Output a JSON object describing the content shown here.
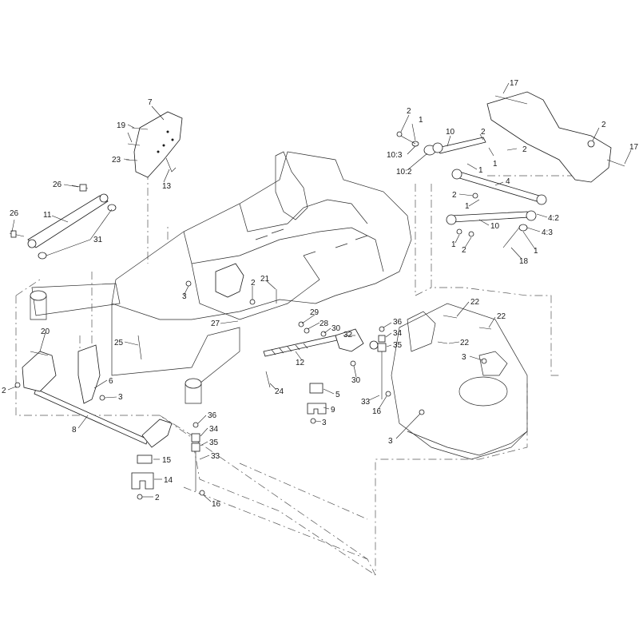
{
  "diagram": {
    "type": "exploded-parts-view",
    "callouts": [
      {
        "id": "c-7",
        "text": "7"
      },
      {
        "id": "c-19",
        "text": "19"
      },
      {
        "id": "c-23",
        "text": "23"
      },
      {
        "id": "c-13",
        "text": "13"
      },
      {
        "id": "c-26a",
        "text": "26"
      },
      {
        "id": "c-26b",
        "text": "26"
      },
      {
        "id": "c-11",
        "text": "11"
      },
      {
        "id": "c-31",
        "text": "31"
      },
      {
        "id": "c-2a",
        "text": "2"
      },
      {
        "id": "c-1a",
        "text": "1"
      },
      {
        "id": "c-10a",
        "text": "10"
      },
      {
        "id": "c-10-3",
        "text": "10:3"
      },
      {
        "id": "c-10-2",
        "text": "10:2"
      },
      {
        "id": "c-2b",
        "text": "2"
      },
      {
        "id": "c-1b",
        "text": "1"
      },
      {
        "id": "c-2c",
        "text": "2"
      },
      {
        "id": "c-1c",
        "text": "1"
      },
      {
        "id": "c-17a",
        "text": "17"
      },
      {
        "id": "c-2d",
        "text": "2"
      },
      {
        "id": "c-17b",
        "text": "17"
      },
      {
        "id": "c-4",
        "text": "4"
      },
      {
        "id": "c-2e",
        "text": "2"
      },
      {
        "id": "c-1d",
        "text": "1"
      },
      {
        "id": "c-4-2",
        "text": "4:2"
      },
      {
        "id": "c-10b",
        "text": "10"
      },
      {
        "id": "c-4-3",
        "text": "4:3"
      },
      {
        "id": "c-1e",
        "text": "1"
      },
      {
        "id": "c-2f",
        "text": "2"
      },
      {
        "id": "c-18",
        "text": "18"
      },
      {
        "id": "c-1f",
        "text": "1"
      },
      {
        "id": "c-3a",
        "text": "3"
      },
      {
        "id": "c-2g",
        "text": "2"
      },
      {
        "id": "c-21",
        "text": "21"
      },
      {
        "id": "c-27",
        "text": "27"
      },
      {
        "id": "c-29",
        "text": "29"
      },
      {
        "id": "c-28",
        "text": "28"
      },
      {
        "id": "c-30a",
        "text": "30"
      },
      {
        "id": "c-32",
        "text": "32"
      },
      {
        "id": "c-12",
        "text": "12"
      },
      {
        "id": "c-30b",
        "text": "30"
      },
      {
        "id": "c-36a",
        "text": "36"
      },
      {
        "id": "c-34a",
        "text": "34"
      },
      {
        "id": "c-35a",
        "text": "35"
      },
      {
        "id": "c-22a",
        "text": "22"
      },
      {
        "id": "c-22b",
        "text": "22"
      },
      {
        "id": "c-22c",
        "text": "22"
      },
      {
        "id": "c-3b",
        "text": "3"
      },
      {
        "id": "c-25",
        "text": "25"
      },
      {
        "id": "c-20",
        "text": "20"
      },
      {
        "id": "c-2h",
        "text": "2"
      },
      {
        "id": "c-6",
        "text": "6"
      },
      {
        "id": "c-3c",
        "text": "3"
      },
      {
        "id": "c-8",
        "text": "8"
      },
      {
        "id": "c-24",
        "text": "24"
      },
      {
        "id": "c-5",
        "text": "5"
      },
      {
        "id": "c-9",
        "text": "9"
      },
      {
        "id": "c-3d",
        "text": "3"
      },
      {
        "id": "c-33a",
        "text": "33"
      },
      {
        "id": "c-16a",
        "text": "16"
      },
      {
        "id": "c-3e",
        "text": "3"
      },
      {
        "id": "c-36b",
        "text": "36"
      },
      {
        "id": "c-34b",
        "text": "34"
      },
      {
        "id": "c-35b",
        "text": "35"
      },
      {
        "id": "c-33b",
        "text": "33"
      },
      {
        "id": "c-15",
        "text": "15"
      },
      {
        "id": "c-14",
        "text": "14"
      },
      {
        "id": "c-2i",
        "text": "2"
      },
      {
        "id": "c-16b",
        "text": "16"
      }
    ]
  }
}
